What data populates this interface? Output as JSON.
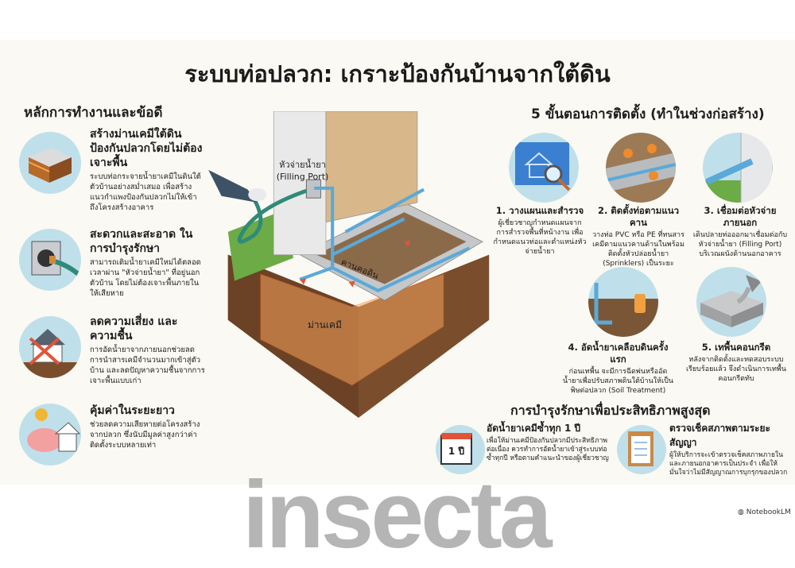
{
  "title": "ระบบท่อปลวก: เกราะป้องกันบ้านจากใต้ดิน",
  "left": {
    "heading": "หลักการทำงานและข้อดี",
    "items": [
      {
        "title": "สร้างม่านเคมีใต้ดิน ป้องกันปลวกโดยไม่ต้องเจาะพื้น",
        "text": "ระบบท่อกระจายน้ำยาเคมีในดินใต้ตัวบ้านอย่างสม่ำเสมอ เพื่อสร้างแนวกำแพงป้องกันปลวกไม่ให้เข้าถึงโครงสร้างอาคาร",
        "icon": "soil-layer-icon"
      },
      {
        "title": "สะดวกและสะอาด ในการบำรุงรักษา",
        "text": "สามารถเติมน้ำยาเคมีใหม่ได้ตลอดเวลาผ่าน \"หัวจ่ายน้ำยา\" ที่อยู่นอกตัวบ้าน โดยไม่ต้องเจาะพื้นภายในให้เสียหาย",
        "icon": "filling-port-icon"
      },
      {
        "title": "ลดความเสี่ยง และความชื้น",
        "text": "การอัดน้ำยาจากภายนอกช่วยลดการนำสารเคมีจำนวนมากเข้าสู่ตัวบ้าน และลดปัญหาความชื้นจากการเจาะพื้นแบบเก่า",
        "icon": "house-cross-icon"
      },
      {
        "title": "คุ้มค่าในระยะยาว",
        "text": "ช่วยลดความเสียหายต่อโครงสร้างจากปลวก ซึ่งนับมีมูลค่าสูงกว่าค่าติดตั้งระบบหลายเท่า",
        "icon": "piggy-bank-icon"
      }
    ]
  },
  "diagram": {
    "filling_port_label": "หัวจ่ายน้ำยา",
    "filling_port_sub": "(Filling Port)",
    "beam_label": "คานคอดิน",
    "barrier_label": "ม่านเคมี"
  },
  "steps": {
    "heading": "5 ขั้นตอนการติดตั้ง (ทำในช่วงก่อสร้าง)",
    "items": [
      {
        "title": "1. วางแผนและสำรวจ",
        "text": "ผู้เชี่ยวชาญกำหนดแผนจากการสำรวจพื้นที่หน้างาน เพื่อกำหนดแนวท่อและตำแหน่งหัวจ่ายน้ำยา",
        "icon": "blueprint-icon"
      },
      {
        "title": "2. ติดตั้งท่อตามแนวคาน",
        "text": "วางท่อ PVC หรือ PE ที่ทนสารเคมีตามแนวคานด้านในพร้อมติดตั้งหัวปล่อยน้ำยา (Sprinklers) เป็นระยะ",
        "icon": "workers-icon"
      },
      {
        "title": "3. เชื่อมต่อหัวจ่ายภายนอก",
        "text": "เดินปลายท่อออกมาเชื่อมต่อกับหัวจ่ายน้ำยา (Filling Port) บริเวณผนังด้านนอกอาคาร",
        "icon": "wall-pipe-icon"
      },
      {
        "title": "4. อัดน้ำยาเคลือบดินครั้งแรก",
        "text": "ก่อนเทพื้น จะมีการฉีดพ่นหรืออัดน้ำยาเพื่อปรับสภาพดินใต้บ้านให้เป็นพิษต่อปลวก (Soil Treatment)",
        "icon": "spray-icon"
      },
      {
        "title": "5. เทพื้นคอนกรีต",
        "text": "หลังจากติดตั้งและทดสอบระบบเรียบร้อยแล้ว จึงดำเนินการเทพื้นคอนกรีตทับ",
        "icon": "concrete-pour-icon"
      }
    ]
  },
  "maintenance": {
    "heading": "การบำรุงรักษาเพื่อประสิทธิภาพสูงสุด",
    "items": [
      {
        "title": "อัดน้ำยาเคมีซ้ำทุก 1 ปี",
        "text": "เพื่อให้ม่านเคมีป้องกันปลวกมีประสิทธิภาพต่อเนื่อง ควรทำการอัดน้ำยาเข้าสู่ระบบท่อซ้ำทุกปี หรือตามคำแนะนำของผู้เชี่ยวชาญ",
        "icon_text": "1 ปี"
      },
      {
        "title": "ตรวจเช็คสภาพตามระยะสัญญา",
        "text": "ผู้ให้บริการจะเข้าตรวจเช็คสภาพภายในและภายนอกอาคารเป็นประจำ เพื่อให้มั่นใจว่าไม่มีสัญญาณการบุกรุกของปลวก"
      }
    ]
  },
  "watermark": "insecta",
  "credit": "NotebookLM",
  "colors": {
    "pipe": "#5aa9d8",
    "soil": "#7a4e2d",
    "barrier": "#f5a25a",
    "grass": "#6cab45",
    "circle": "#bfe0ea"
  }
}
